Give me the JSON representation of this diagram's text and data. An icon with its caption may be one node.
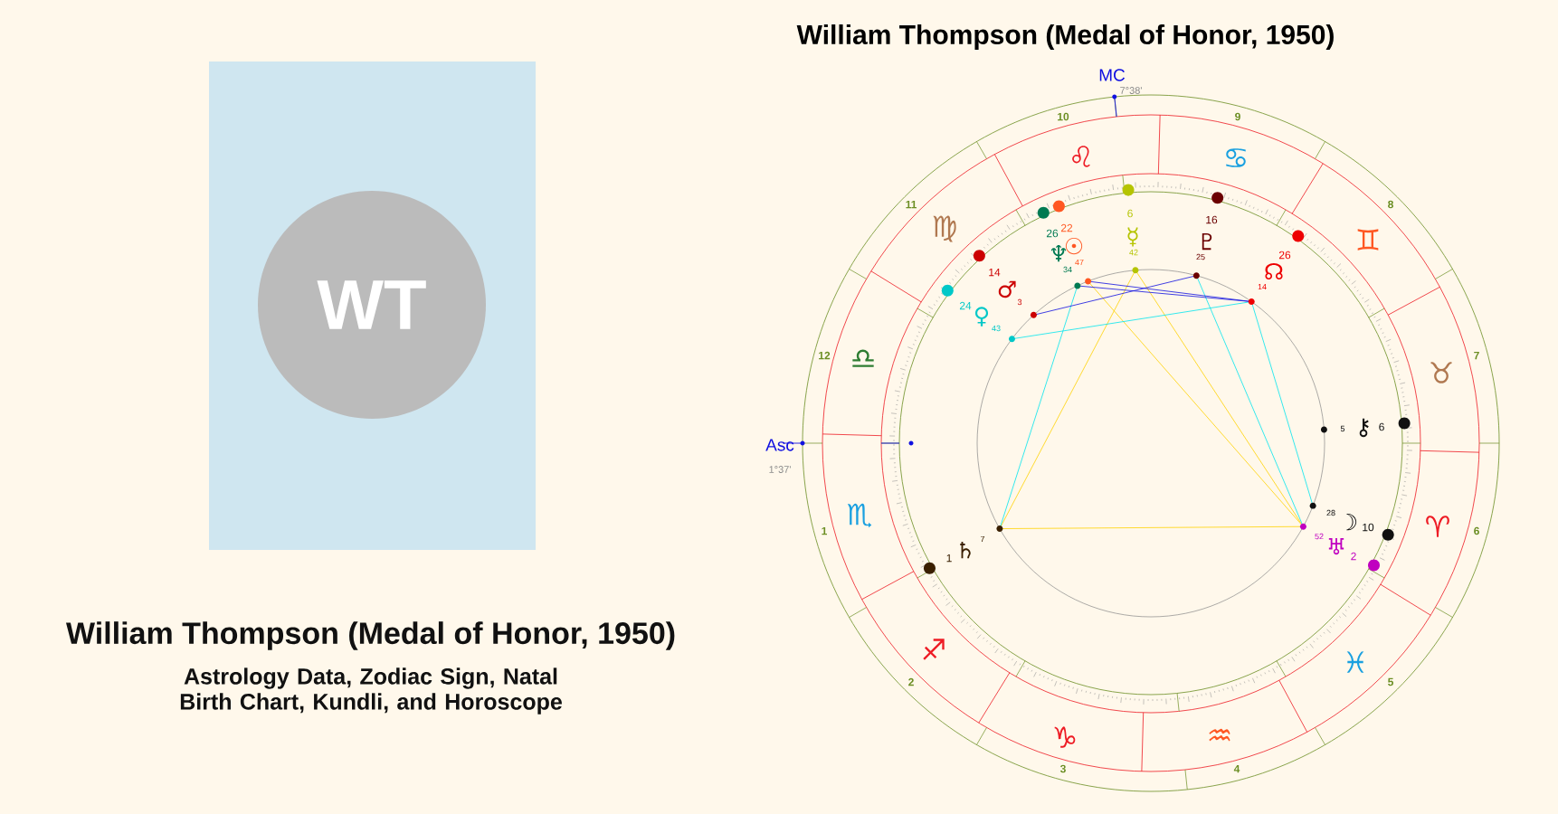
{
  "diagram": {
    "title": "William Thompson (Medal of Honor, 1950)",
    "nodes": [
      {
        "text": [
          "WT"
        ]
      }
    ],
    "labels": [
      "William Thompson (Medal of Honor, 1950)",
      "Astrology Data, Zodiac Sign, Natal Birth Chart, Kundli, and Horoscope",
      "MC",
      "7°38'",
      "Asc",
      "1°37'",
      "1",
      "2",
      "3",
      "4",
      "5",
      "6",
      "7",
      "8",
      "9",
      "10",
      "11",
      "12",
      "♈",
      "♉",
      "♊",
      "♋",
      "♌",
      "♍",
      "♎",
      "♏",
      "♐",
      "♑",
      "♒",
      "♓",
      "6",
      "☿",
      "42",
      "22",
      "☉",
      "47",
      "26",
      "♆",
      "34",
      "14",
      "♂",
      "3",
      "24",
      "♀",
      "43",
      "16",
      "♇",
      "25",
      "26",
      "☊",
      "14",
      "6",
      "⚷",
      "5",
      "10",
      "☽",
      "28",
      "2",
      "♅",
      "52",
      "1",
      "♄",
      "7"
    ]
  }
}
